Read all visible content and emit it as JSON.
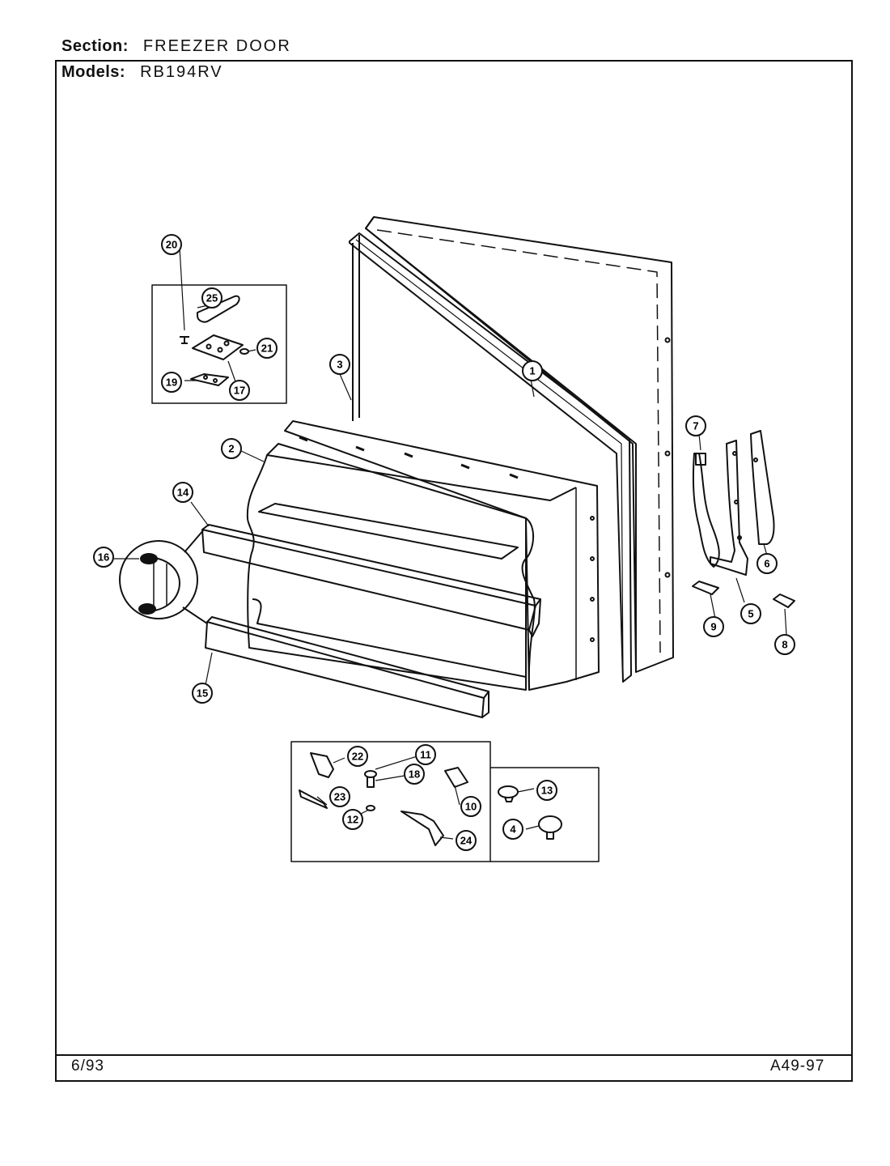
{
  "header": {
    "section_label": "Section:",
    "section_value": "FREEZER DOOR",
    "models_label": "Models:",
    "models_value": "RB194RV"
  },
  "footer": {
    "date": "6/93",
    "page_code": "A49-97"
  },
  "callouts": [
    "1",
    "2",
    "3",
    "4",
    "5",
    "6",
    "7",
    "8",
    "9",
    "10",
    "11",
    "12",
    "13",
    "14",
    "15",
    "16",
    "17",
    "18",
    "19",
    "20",
    "21",
    "22",
    "23",
    "24",
    "25"
  ]
}
